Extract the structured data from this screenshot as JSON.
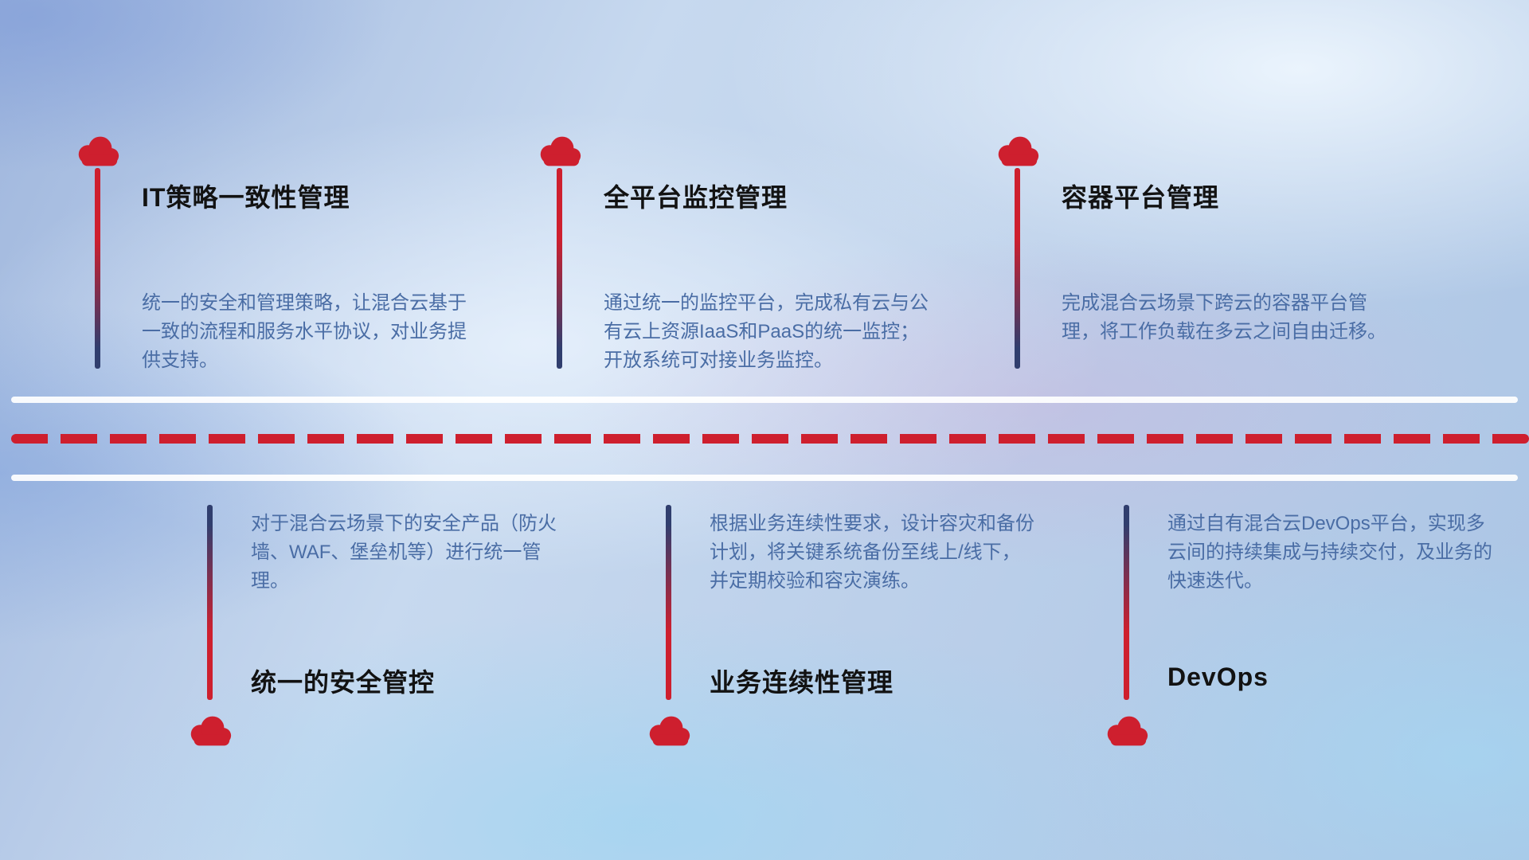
{
  "diagram": {
    "top_items": [
      {
        "title": "IT策略一致性管理",
        "description": "统一的安全和管理策略，让混合云基于一致的流程和服务水平协议，对业务提供支持。"
      },
      {
        "title": "全平台监控管理",
        "description": "通过统一的监控平台，完成私有云与公有云上资源IaaS和PaaS的统一监控；开放系统可对接业务监控。"
      },
      {
        "title": "容器平台管理",
        "description": "完成混合云场景下跨云的容器平台管理，将工作负载在多云之间自由迁移。"
      }
    ],
    "bottom_items": [
      {
        "title": "统一的安全管控",
        "description": "对于混合云场景下的安全产品（防火墙、WAF、堡垒机等）进行统一管理。"
      },
      {
        "title": "业务连续性管理",
        "description": "根据业务连续性要求，设计容灾和备份计划，将关键系统备份至线上/线下，并定期校验和容灾演练。"
      },
      {
        "title": "DevOps",
        "description": "通过自有混合云DevOps平台，实现多云间的持续集成与持续交付，及业务的快速迭代。"
      }
    ],
    "icons": [
      "cloud-icon"
    ],
    "colors": {
      "accent_red": "#ce1f2e",
      "stem_navy": "#303e6e",
      "title_color": "#121212",
      "description_color": "#4a6da5"
    }
  }
}
